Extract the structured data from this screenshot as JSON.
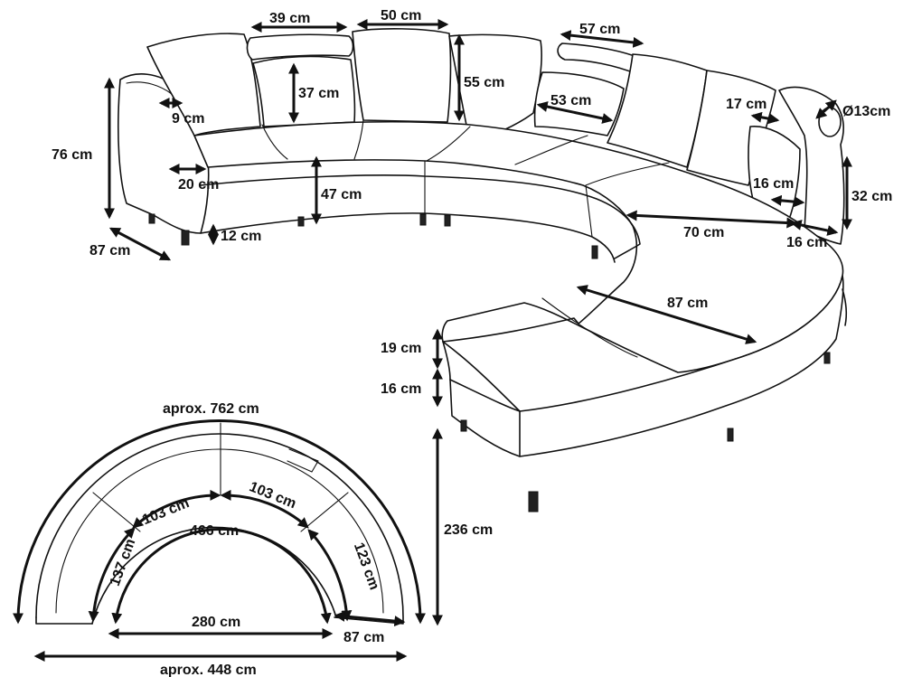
{
  "dimensions": {
    "pillow_width_39": "39 cm",
    "pillow_width_50": "50 cm",
    "pillow_width_57": "57 cm",
    "back_height_37": "37 cm",
    "back_height_55": "55 cm",
    "back_depth_53": "53 cm",
    "arm_width_9": "9 cm",
    "total_height_76": "76 cm",
    "seat_depth_20": "20 cm",
    "seat_height_47": "47 cm",
    "leg_height_12": "12 cm",
    "depth_87_left": "87 cm",
    "arm_17": "17 cm",
    "bolster_diameter": "Ø13cm",
    "arm_16_top": "16 cm",
    "arm_height_32": "32 cm",
    "seat_width_70": "70 cm",
    "arm_16_bottom": "16 cm",
    "seat_depth_87_right": "87 cm",
    "cushion_19": "19 cm",
    "base_16": "16 cm",
    "plan_height_236": "236 cm",
    "outer_arc_762": "aprox. 762 cm",
    "inner_arc_103_left": "103 cm",
    "inner_arc_103_right": "103 cm",
    "inner_arc_466": "466 cm",
    "inner_side_137": "137 cm",
    "inner_side_123": "123 cm",
    "inner_width_280": "280 cm",
    "plan_depth_87": "87 cm",
    "plan_width_448": "aprox. 448 cm"
  }
}
